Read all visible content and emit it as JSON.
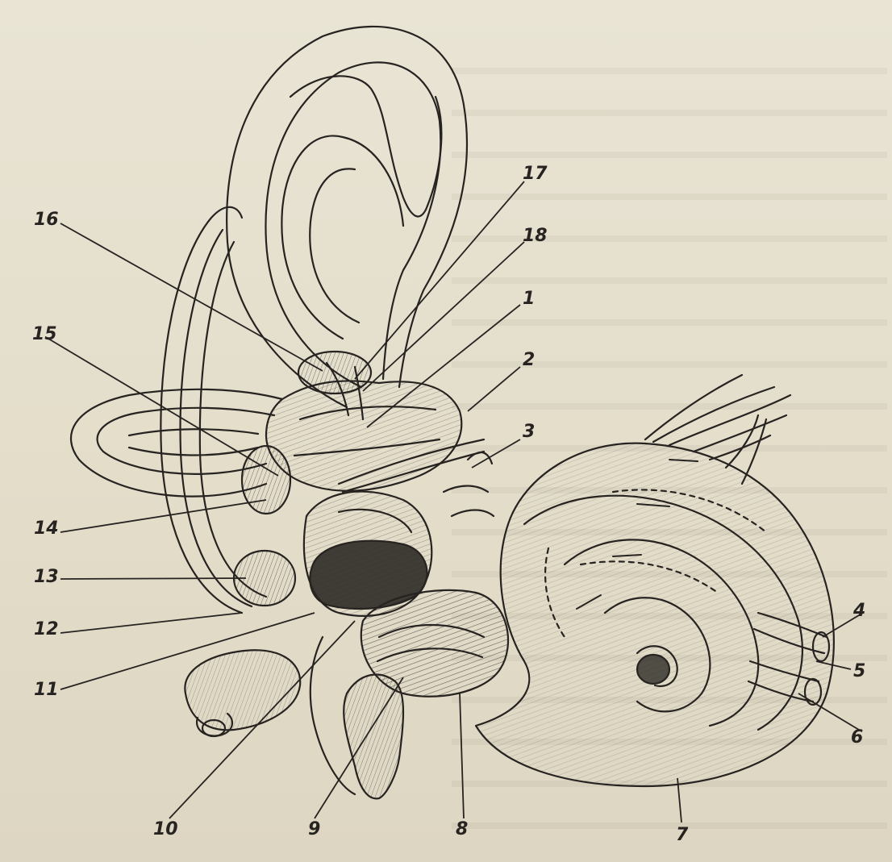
{
  "figure": {
    "labels": {
      "l1": "1",
      "l2": "2",
      "l3": "3",
      "l4": "4",
      "l5": "5",
      "l6": "6",
      "l7": "7",
      "l8": "8",
      "l9": "9",
      "l10": "10",
      "l11": "11",
      "l12": "12",
      "l13": "13",
      "l14": "14",
      "l15": "15",
      "l16": "16",
      "l17": "17",
      "l18": "18"
    }
  },
  "colors": {
    "paper": "#e6e0cf",
    "ink": "#262321",
    "shadow": "#2d2a26"
  }
}
